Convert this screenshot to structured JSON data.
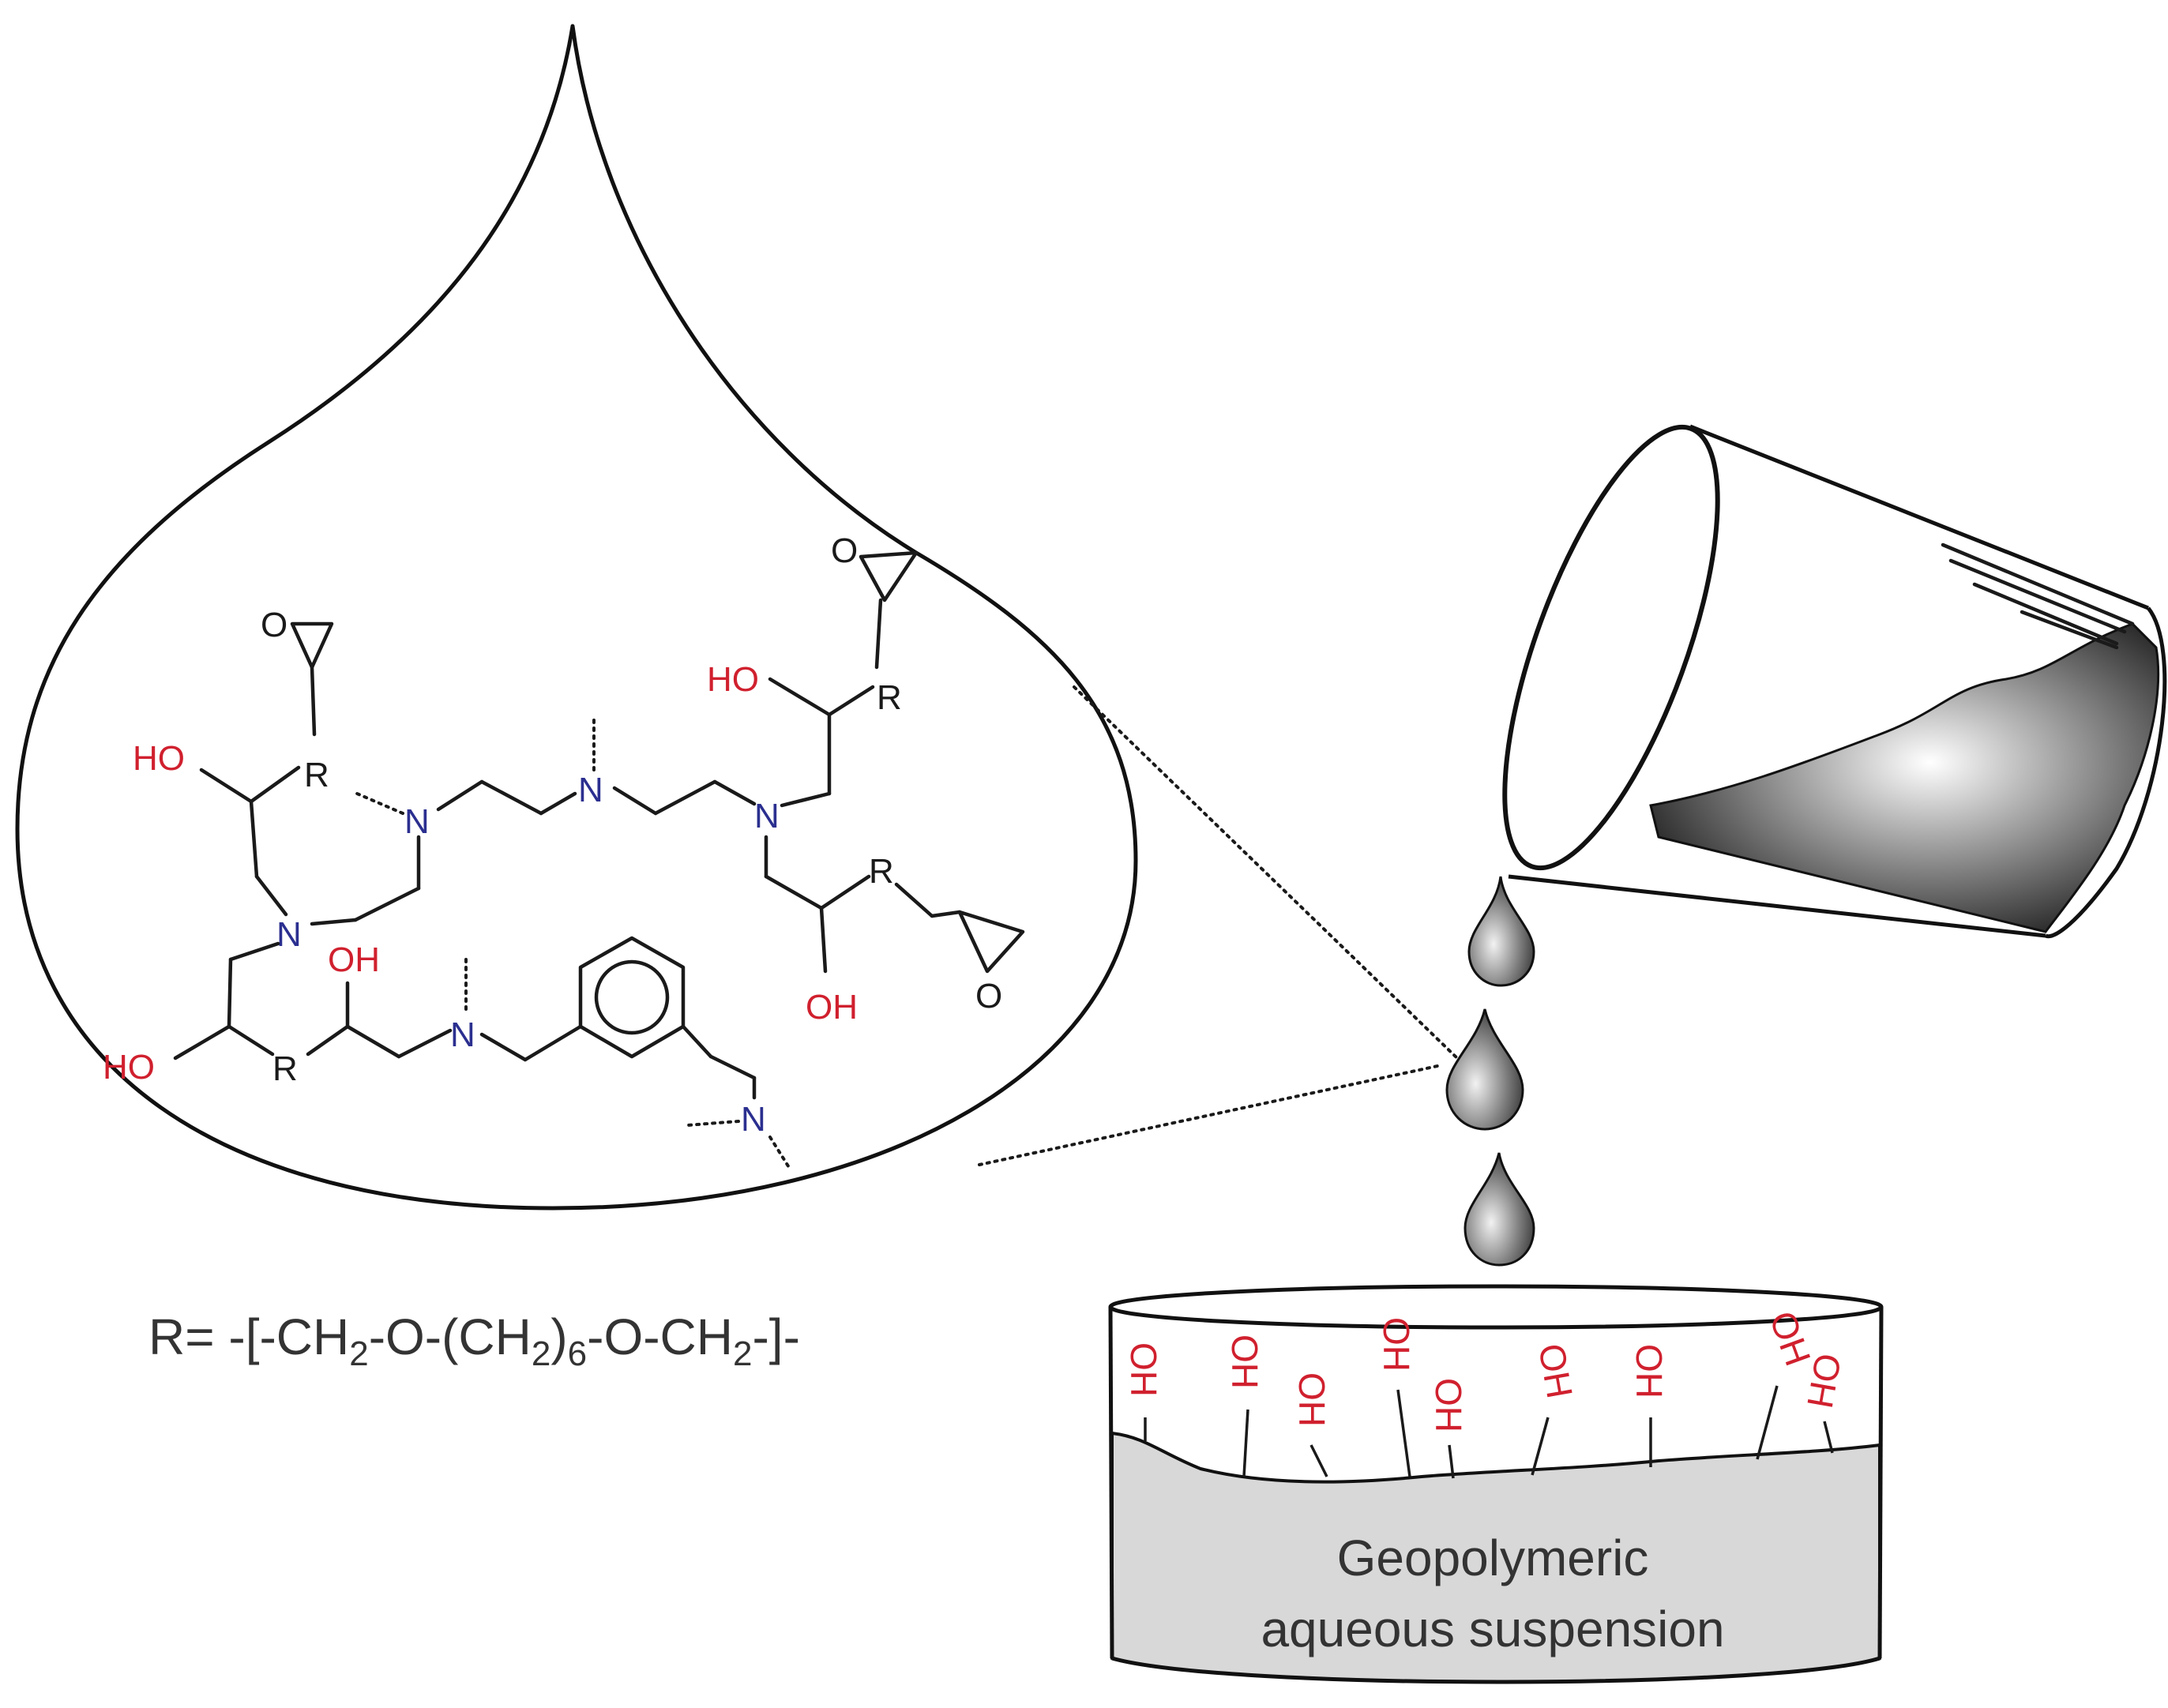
{
  "colors": {
    "hydroxyl": "#d0202e",
    "nitrogen": "#2b2f8f",
    "bond": "#1a1a1a",
    "text": "#333333",
    "suspension_fill": "#d8d8d8"
  },
  "molecule": {
    "hydroxyl_label": "HO",
    "hydroxyl_label_alt": "OH",
    "nitrogen_label": "N",
    "r_label": "R",
    "epoxide_oxygen": "O"
  },
  "r_definition": {
    "prefix": "R= -[-CH",
    "sub1": "2",
    "mid1": "-O-(CH",
    "sub2": "2",
    "paren": ")",
    "sub3": "6",
    "mid2": "-O-CH",
    "sub4": "2",
    "suffix": "-]-"
  },
  "container": {
    "label_line1": "Geopolymeric",
    "label_line2": "aqueous suspension",
    "surface_group": "OH"
  },
  "icons": {
    "droplet": "droplet-icon",
    "beaker": "beaker-icon",
    "container": "container-icon"
  }
}
